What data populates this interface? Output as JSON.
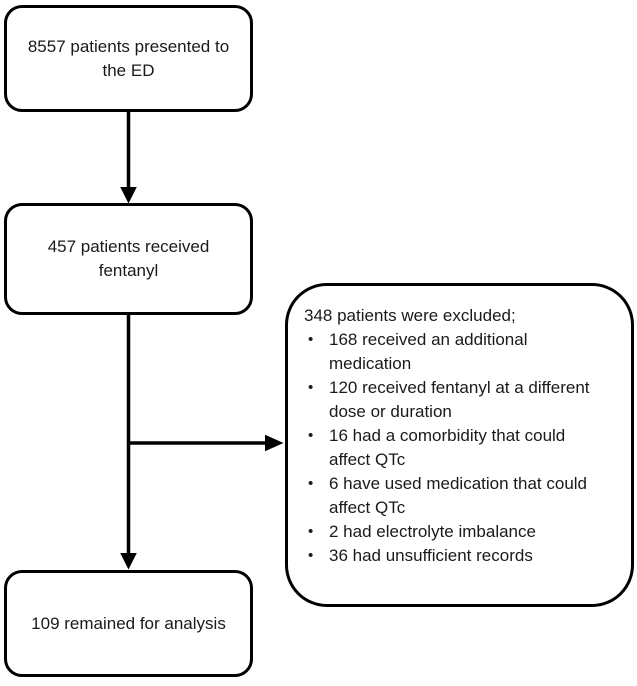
{
  "diagram": {
    "kind": "patient-flow-chart",
    "colors": {
      "background": "#ffffff",
      "box_fill": "#ffffff",
      "border": "#000000",
      "arrow": "#000000",
      "text": "#1a1a1a"
    },
    "nodes": [
      {
        "id": "presented",
        "text": "8557 patients presented to the ED"
      },
      {
        "id": "fentanyl",
        "text": "457 patients received fentanyl"
      },
      {
        "id": "analysis",
        "text": "109 remained for analysis"
      }
    ],
    "exclusion": {
      "title": "348 patients were excluded;",
      "bullet_glyph": "•",
      "items": [
        "168 received an additional medication",
        "120 received fentanyl at a different dose or duration",
        "16 had a comorbidity that could affect QTc",
        "6 have used medication that could affect QTc",
        "2 had electrolyte imbalance",
        "36 had unsufficient records"
      ]
    },
    "connections": [
      {
        "from": "presented",
        "to": "fentanyl",
        "direction": "down"
      },
      {
        "from": "fentanyl",
        "to": "analysis",
        "direction": "down"
      },
      {
        "from": "fentanyl-analysis-line",
        "to": "exclusion",
        "direction": "right"
      }
    ]
  }
}
